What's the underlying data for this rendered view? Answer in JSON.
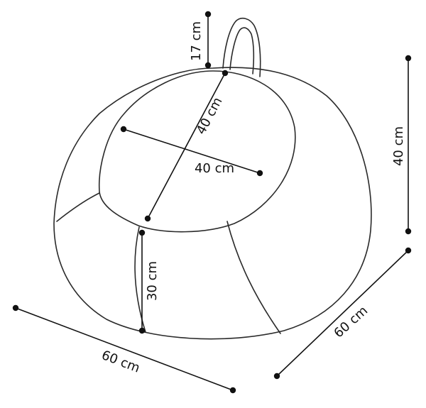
{
  "dimensions": {
    "handle_height": "17 cm",
    "lid_length": "40 cm",
    "lid_width": "40 cm",
    "total_height": "40 cm",
    "side_height": "30 cm",
    "depth": "60 cm",
    "width": "60 cm"
  },
  "colors": {
    "outline": "#2a2a2a",
    "dimension": "#111111",
    "background": "#ffffff"
  }
}
